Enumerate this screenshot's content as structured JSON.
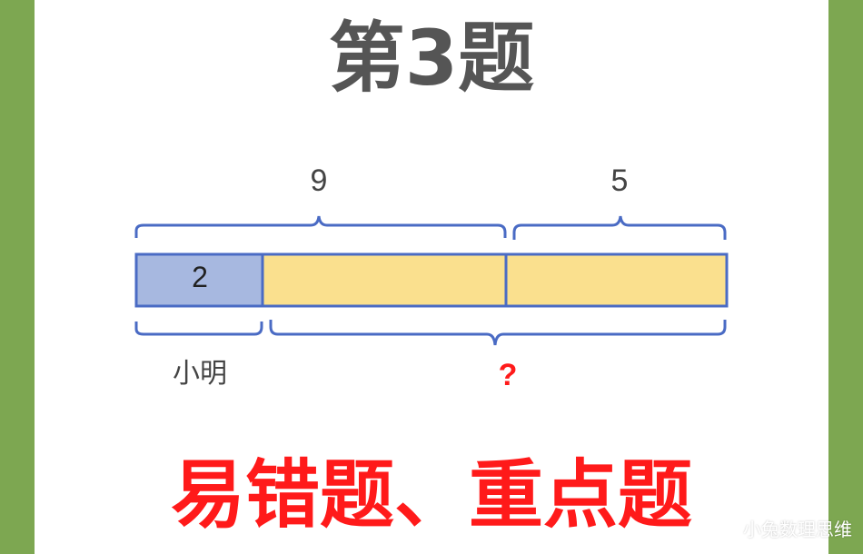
{
  "title": "第3题",
  "subtitle": "易错题、重点题",
  "watermark": "小兔数理思维",
  "diagram": {
    "total_label": "9",
    "right_label": "5",
    "xiaoming_value": "2",
    "xiaoming_label": "小明",
    "unknown_label": "?"
  },
  "colors": {
    "background": "#7da751",
    "blue_segment": "#a7b8e0",
    "yellow_segment": "#fae08e",
    "outline": "#4a6bc4",
    "accent_red": "#ff1a1a"
  }
}
